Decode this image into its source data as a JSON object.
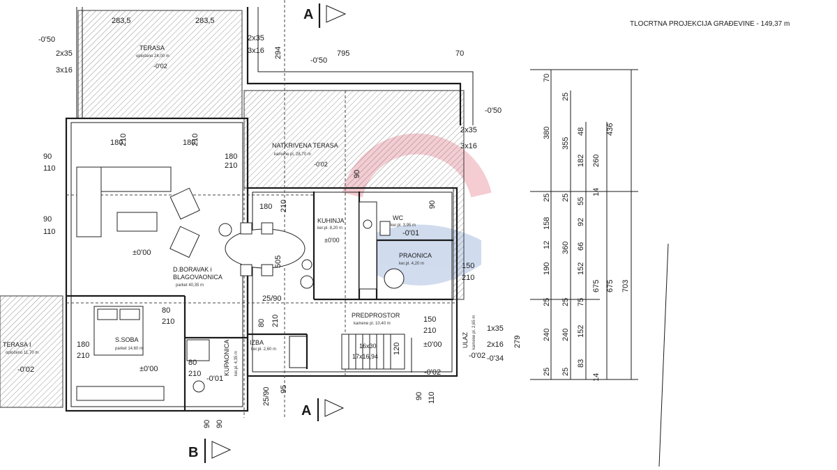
{
  "header": {
    "title": "TLOCRTNA PROJEKCIJA GRAĐEVINE - 149,37 m"
  },
  "sections": {
    "a_top": "A",
    "a_bottom": "A",
    "b_bottom": "B"
  },
  "rooms": {
    "terasa": {
      "name": "TERASA",
      "area": "opločeno 24,00 m",
      "level": "-0'02"
    },
    "natkrivena": {
      "name": "NATKRIVENA TERASA",
      "area": "kamene pl. 28,70 m",
      "level": "-0'02"
    },
    "kuhinja": {
      "name": "KUHINJA",
      "area": "ker.pl. 8,20 m",
      "level": "±0'00"
    },
    "wc": {
      "name": "WC",
      "area": "ker.pl. 3,95 m",
      "level": "-0'01"
    },
    "praonica": {
      "name": "PRAONICA",
      "area": "ker.pl. 4,20 m"
    },
    "boravak": {
      "name": "D.BORAVAK i",
      "name2": "BLAGOVAONICA",
      "area": "parket 40,35 m",
      "level": "±0'00"
    },
    "soba": {
      "name": "S.SOBA",
      "area": "parket 14,60 m",
      "level": "±0'00"
    },
    "kupaonica": {
      "name": "KUPAONICA I",
      "area": "ker.pl. 4,35 m",
      "level": "-0'01"
    },
    "predprostor": {
      "name": "PREDPROSTOR",
      "area": "kamene pl. 10,40 m",
      "level": "±0'00"
    },
    "terasa2": {
      "name": "TERASA I",
      "area": "opločeno 11,70 m",
      "level": "-0'02"
    },
    "izba": {
      "name": "IZBA",
      "area": "ker.pl. 2,60 m"
    },
    "ulaz": {
      "name": "ULAZ",
      "area": "kamene pl. 2,65 m",
      "level": "-0'02"
    }
  },
  "stairs": {
    "steps": "16x30",
    "rise": "17x16,94"
  },
  "dims": {
    "d283a": "283,5",
    "d283b": "283,5",
    "d795": "795",
    "d70": "70",
    "d2x35a": "2x35",
    "d3x16a": "3x16",
    "d2x35b": "2x35",
    "d3x16b": "3x16",
    "d2x35c": "2x35",
    "d3x16c": "3x16",
    "d050a": "-0'50",
    "d050b": "-0'50",
    "d050c": "-0'50",
    "d294": "294",
    "d90a": "90",
    "d110a": "110",
    "d90b": "90",
    "d110b": "110",
    "d180a": "180",
    "d210a": "210",
    "d180b": "180",
    "d210b": "210",
    "d180c": "180",
    "d210c": "210",
    "d180d": "180",
    "d210d": "210",
    "d505": "505",
    "d250a": "25/90",
    "d80a": "80",
    "d210e": "210",
    "d180e": "180",
    "d210f": "210",
    "d80b": "80",
    "d210g": "210",
    "d90c": "90",
    "d90d": "90",
    "d150a": "150",
    "d210h": "210",
    "d150b": "150",
    "d210i": "210",
    "d90e": "90",
    "d110c": "110",
    "d1x35": "1x35",
    "d2x16": "2x16",
    "d034": "-0'34",
    "d279": "279",
    "d002a": "-0'02",
    "d120": "120",
    "d80c": "80",
    "d210j": "210",
    "d90f": "90",
    "d90g": "90",
    "d95": "95",
    "d25b": "25/90",
    "r1": [
      "70",
      "380",
      "25",
      "158",
      "12",
      "190",
      "25",
      "240",
      "25"
    ],
    "r2": [
      "25",
      "355",
      "25",
      "360",
      "25",
      "240",
      "25"
    ],
    "r3": [
      "48",
      "182",
      "55",
      "92",
      "66",
      "152",
      "75",
      "152",
      "83"
    ],
    "r4": [
      "260",
      "14",
      "675",
      "14"
    ],
    "r5": [
      "436",
      "675"
    ],
    "r6": [
      "703"
    ]
  }
}
